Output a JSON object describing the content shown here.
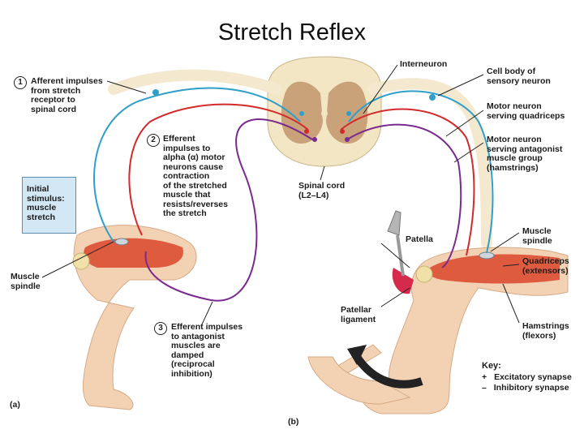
{
  "title": "Stretch Reflex",
  "colors": {
    "afferent": "#2f9fc9",
    "efferent_motor": "#d32a2a",
    "efferent_antagonist": "#7a2b8f",
    "spinal_gray": "#c9a27a",
    "spinal_white": "#f2e6c4",
    "muscle": "#d9472b",
    "skin": "#f3d2b4",
    "stimulus_box": "#d3e8f4"
  },
  "steps": [
    {
      "number": "1",
      "lines": [
        "Afferent impulses",
        "from stretch",
        "receptor to",
        "spinal cord"
      ]
    },
    {
      "number": "2",
      "lines": [
        "Efferent",
        "impulses to",
        "alpha (α) motor",
        "neurons cause",
        "contraction",
        "of the stretched",
        "muscle that",
        "resists/reverses",
        "the stretch"
      ]
    },
    {
      "number": "3",
      "lines": [
        "Efferent impulses",
        "to antagonist",
        "muscles are",
        "damped",
        "(reciprocal",
        "inhibition)"
      ]
    }
  ],
  "initial_stimulus": [
    "Initial",
    "stimulus:",
    "muscle",
    "stretch"
  ],
  "labels": {
    "muscle_spindle_left": [
      "Muscle",
      "spindle"
    ],
    "interneuron": "Interneuron",
    "cell_body": [
      "Cell body of",
      "sensory neuron"
    ],
    "motor_quadriceps": [
      "Motor neuron",
      "serving quadriceps"
    ],
    "motor_antagonist": [
      "Motor neuron",
      "serving antagonist",
      "muscle group",
      "(hamstrings)"
    ],
    "spinal_cord": [
      "Spinal cord",
      "(L2–L4)"
    ],
    "patella": "Patella",
    "muscle_spindle_right": [
      "Muscle",
      "spindle"
    ],
    "quadriceps": [
      "Quadriceps",
      "(extensors)"
    ],
    "patellar_ligament": [
      "Patellar",
      "ligament"
    ],
    "hamstrings": [
      "Hamstrings",
      "(flexors)"
    ]
  },
  "key": {
    "title": "Key:",
    "items": [
      {
        "symbol": "+",
        "text": "Excitatory synapse"
      },
      {
        "symbol": "–",
        "text": "Inhibitory synapse"
      }
    ]
  },
  "panels": {
    "a": "(a)",
    "b": "(b)"
  }
}
